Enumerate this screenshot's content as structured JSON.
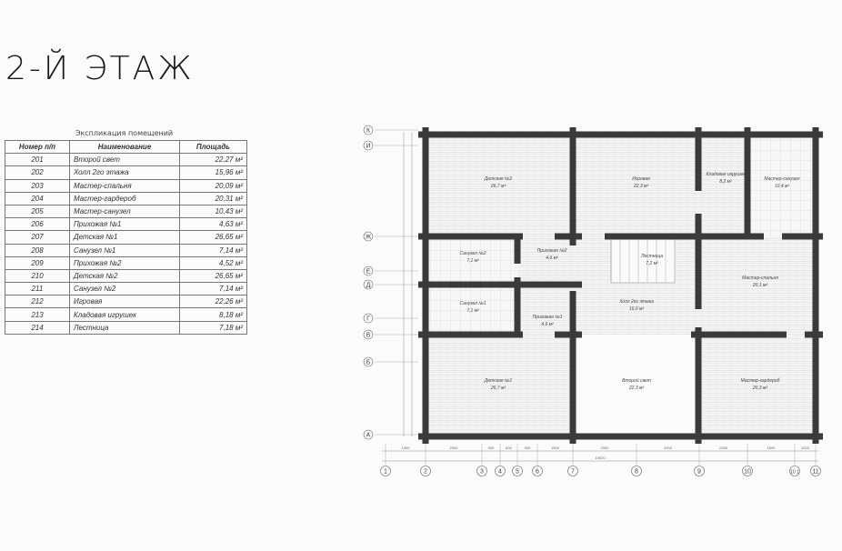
{
  "title": "2-Й ЭТАЖ",
  "explication": {
    "caption": "Экспликация помещений",
    "headers": [
      "Номер п/п",
      "Наименование",
      "Площадь"
    ],
    "rows": [
      [
        "201",
        "Второй свет",
        "22,27 м²"
      ],
      [
        "202",
        "Холл 2го этажа",
        "15,96 м²"
      ],
      [
        "203",
        "Мастер-спальня",
        "20,09 м²"
      ],
      [
        "204",
        "Мастер-гардероб",
        "20,31 м²"
      ],
      [
        "205",
        "Мастер-санузел",
        "10,43 м²"
      ],
      [
        "206",
        "Прихожая №1",
        "4,63 м²"
      ],
      [
        "207",
        "Детская №1",
        "26,65 м²"
      ],
      [
        "208",
        "Санузел №1",
        "7,14 м²"
      ],
      [
        "209",
        "Прихожая №2",
        "4,52 м²"
      ],
      [
        "210",
        "Детская №2",
        "26,65 м²"
      ],
      [
        "211",
        "Санузел №2",
        "7,14 м²"
      ],
      [
        "212",
        "Игровая",
        "22,26 м²"
      ],
      [
        "213",
        "Кладовая игрушек",
        "8,18 м²"
      ],
      [
        "214",
        "Лестница",
        "7,18 м²"
      ]
    ]
  },
  "plan": {
    "rooms": [
      {
        "name": "Детская №2",
        "area": "26,7 м²"
      },
      {
        "name": "Игровая",
        "area": "22,3 м²"
      },
      {
        "name": "Кладовая игрушек",
        "area": "8,2 м²"
      },
      {
        "name": "Мастер-санузел",
        "area": "10,4 м²"
      },
      {
        "name": "Санузел №2",
        "area": "7,1 м²"
      },
      {
        "name": "Прихожая №2",
        "area": "4,6 м²"
      },
      {
        "name": "Лестница",
        "area": "7,2 м²"
      },
      {
        "name": "Мастер-спальня",
        "area": "20,1 м²"
      },
      {
        "name": "Санузел №1",
        "area": "7,1 м²"
      },
      {
        "name": "Холл 2го этажа",
        "area": "16,0 м²"
      },
      {
        "name": "Прихожая №1",
        "area": "4,6 м²"
      },
      {
        "name": "Детская №1",
        "area": "26,7 м²"
      },
      {
        "name": "Второй свет",
        "area": "22,3 м²"
      },
      {
        "name": "Мастер-гардероб",
        "area": "20,3 м²"
      }
    ],
    "row_axes": [
      "К",
      "И",
      "Ж",
      "Е",
      "Д",
      "Г",
      "В",
      "Б",
      "А"
    ],
    "column_axes": [
      "1",
      "2",
      "3",
      "4",
      "5",
      "6",
      "7",
      "8",
      "9",
      "10",
      "10.1",
      "11"
    ],
    "column_dimensions": [
      "1900",
      "2500",
      "900",
      "600",
      "900",
      "1900",
      "2900",
      "2900",
      "2250",
      "1690",
      "1020"
    ],
    "total_dimension": "15020",
    "colors": {
      "wall": "#3a3a3a",
      "line": "#999999",
      "background": "#fbfbfb"
    }
  }
}
